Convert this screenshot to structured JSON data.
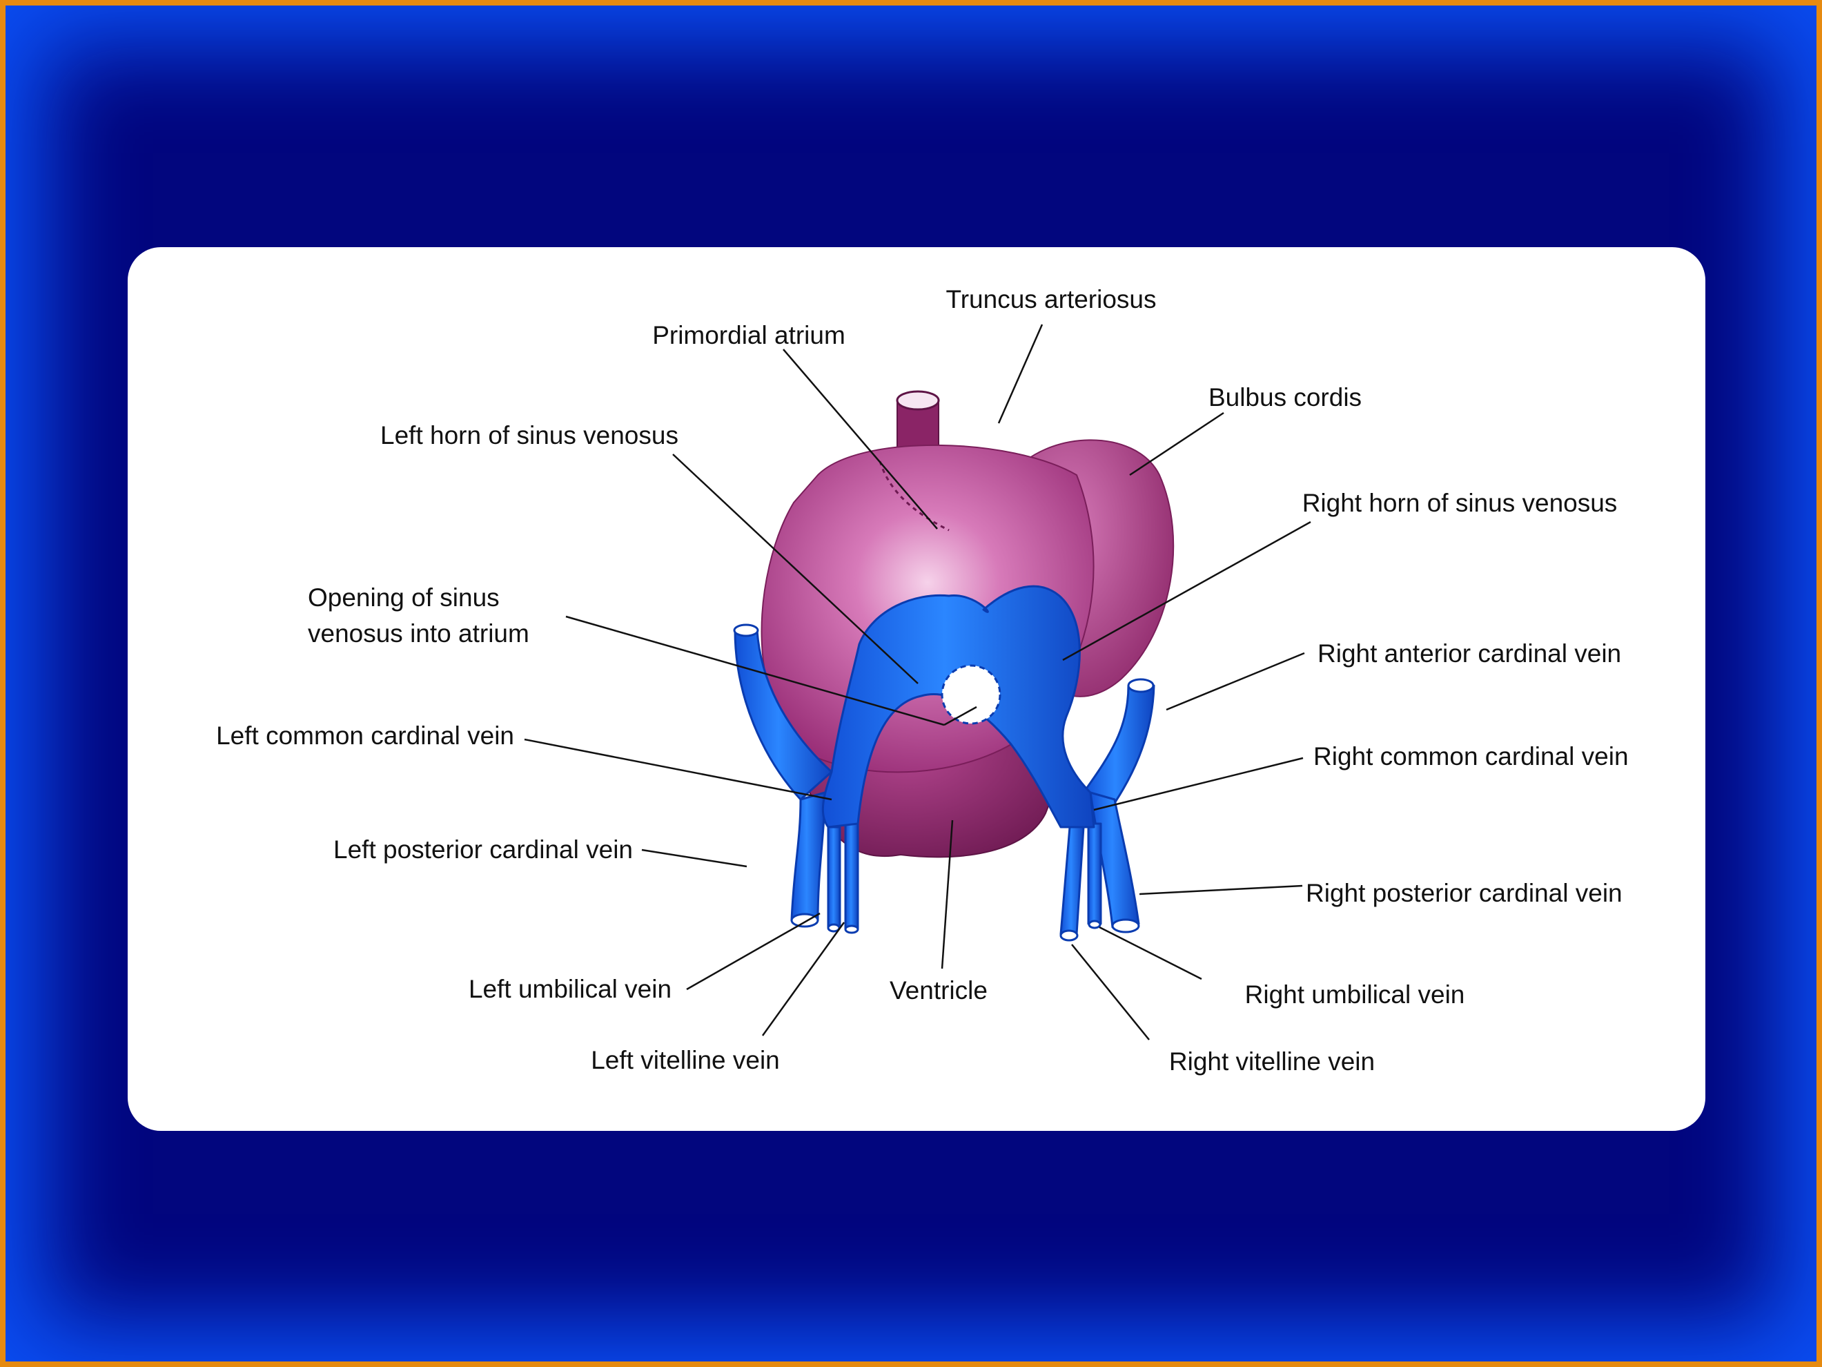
{
  "slide": {
    "colors": {
      "outer_border": "#e68a10",
      "background": "#02067e",
      "glow": "#0a4cf0",
      "card": "#ffffff"
    }
  },
  "diagram": {
    "colors": {
      "heart": "#c0509a",
      "heart_dark": "#8a2466",
      "veins": "#1e6ef0",
      "veins_dark": "#0a3cb0",
      "leader_lines": "#111111"
    },
    "labels": {
      "truncus_arteriosus": "Truncus arteriosus",
      "primordial_atrium": "Primordial atrium",
      "bulbus_cordis": "Bulbus cordis",
      "left_horn_sinus_venosus": "Left horn of sinus venosus",
      "right_horn_sinus_venosus": "Right horn of sinus venosus",
      "opening_sinus_line1": "Opening of sinus",
      "opening_sinus_line2": "venosus into atrium",
      "right_anterior_cardinal_vein": "Right anterior cardinal vein",
      "left_common_cardinal_vein": "Left common cardinal vein",
      "right_common_cardinal_vein": "Right common cardinal vein",
      "left_posterior_cardinal_vein": "Left posterior cardinal vein",
      "right_posterior_cardinal_vein": "Right posterior cardinal vein",
      "left_umbilical_vein": "Left umbilical vein",
      "ventricle": "Ventricle",
      "right_umbilical_vein": "Right umbilical vein",
      "left_vitelline_vein": "Left vitelline vein",
      "right_vitelline_vein": "Right vitelline vein"
    }
  }
}
